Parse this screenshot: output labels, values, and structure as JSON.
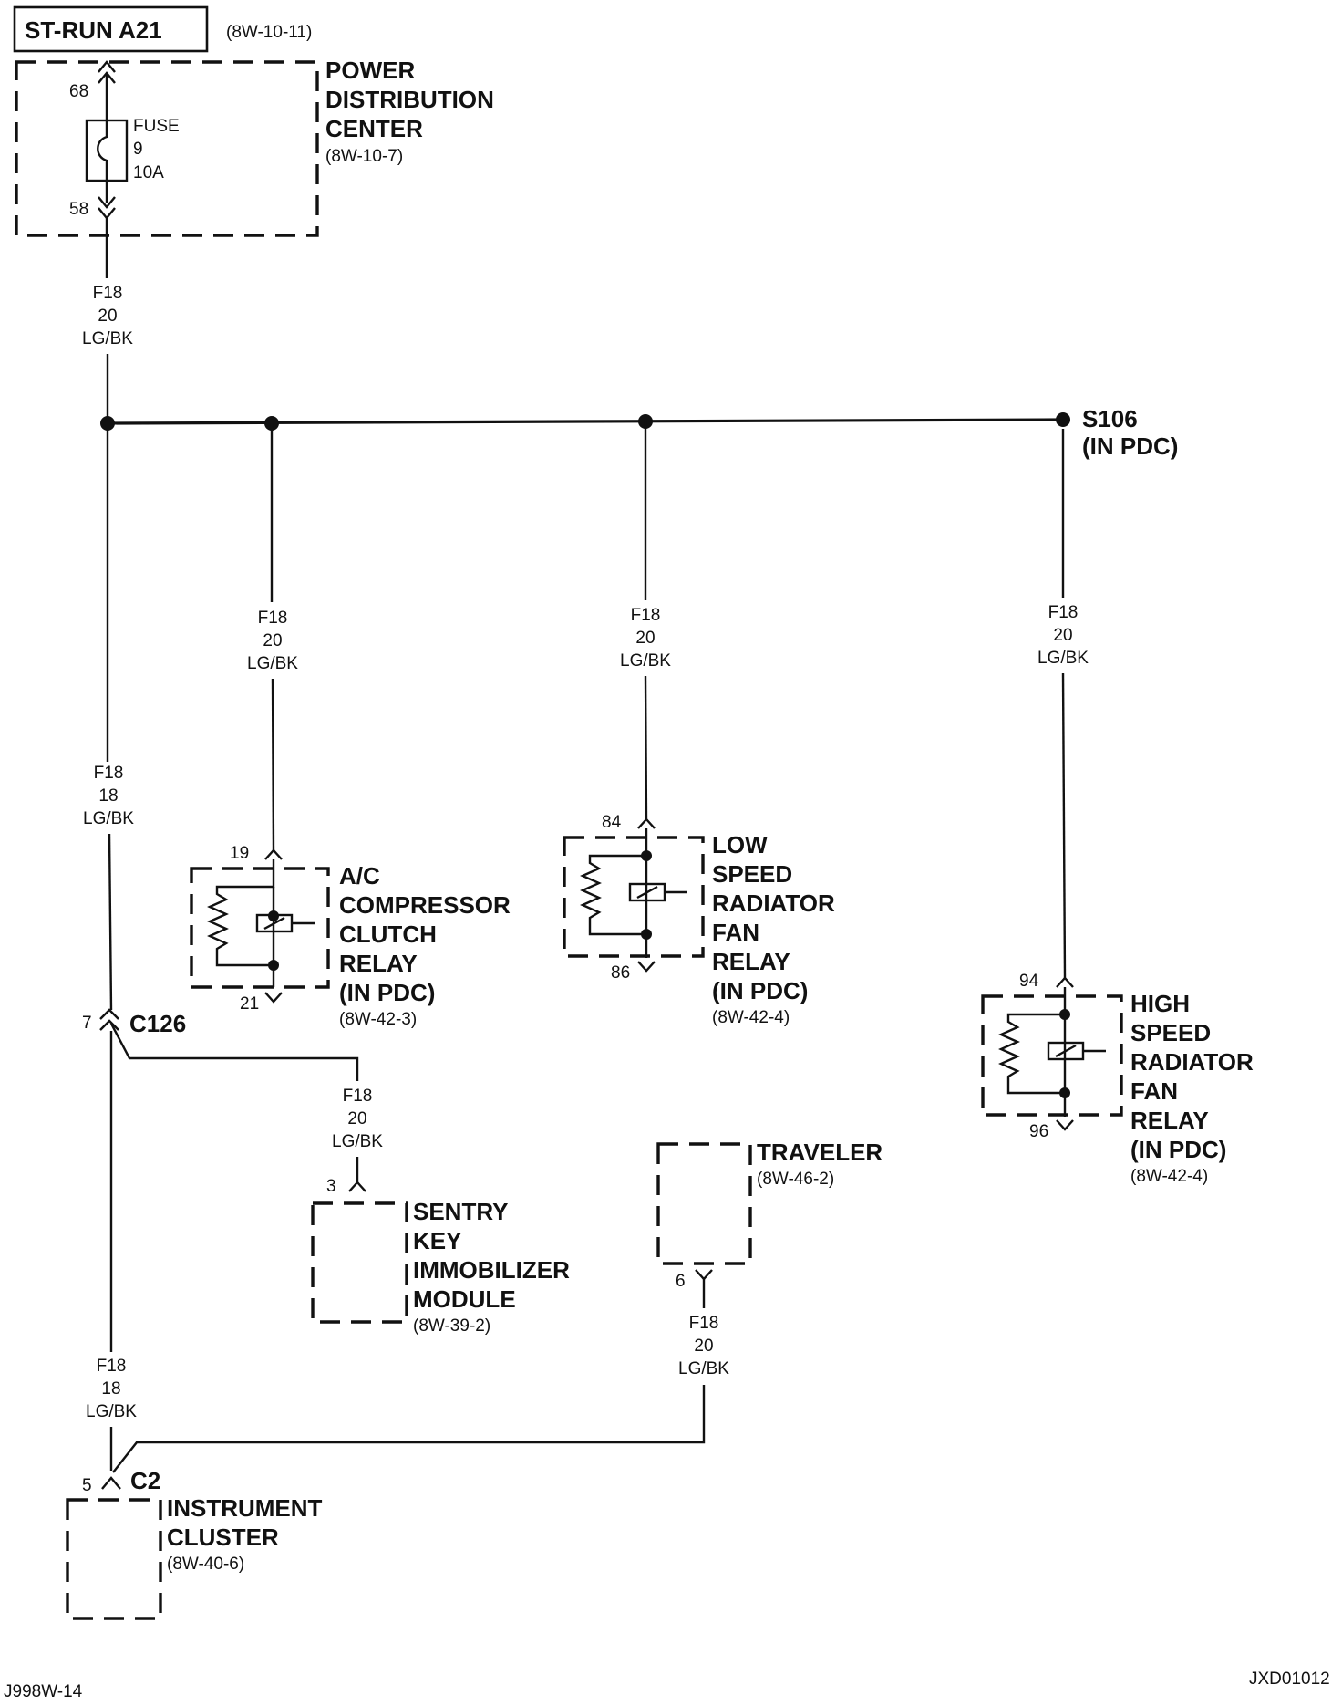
{
  "header": {
    "circuit_box": "ST-RUN A21",
    "circuit_ref": "(8W-10-11)"
  },
  "pdc": {
    "title_lines": [
      "POWER",
      "DISTRIBUTION",
      "CENTER"
    ],
    "ref": "(8W-10-7)",
    "fuse_lines": [
      "FUSE",
      "9",
      "10A"
    ],
    "pin_top": "68",
    "pin_bottom": "58"
  },
  "wires": {
    "main_top": [
      "F18",
      "20",
      "LG/BK"
    ],
    "main_mid": [
      "F18",
      "18",
      "LG/BK"
    ],
    "main_low": [
      "F18",
      "18",
      "LG/BK"
    ],
    "ac_branch": [
      "F18",
      "20",
      "LG/BK"
    ],
    "low_branch": [
      "F18",
      "20",
      "LG/BK"
    ],
    "high_branch": [
      "F18",
      "20",
      "LG/BK"
    ],
    "skim_branch": [
      "F18",
      "20",
      "LG/BK"
    ],
    "traveler_branch": [
      "F18",
      "20",
      "LG/BK"
    ]
  },
  "splice": {
    "name": "S106",
    "note": "(IN PDC)"
  },
  "ac_relay": {
    "title_lines": [
      "A/C",
      "COMPRESSOR",
      "CLUTCH",
      "RELAY",
      "(IN PDC)"
    ],
    "ref": "(8W-42-3)",
    "pin_in": "19",
    "pin_out": "21"
  },
  "low_relay": {
    "title_lines": [
      "LOW",
      "SPEED",
      "RADIATOR",
      "FAN",
      "RELAY",
      "(IN PDC)"
    ],
    "ref": "(8W-42-4)",
    "pin_in": "84",
    "pin_out": "86"
  },
  "high_relay": {
    "title_lines": [
      "HIGH",
      "SPEED",
      "RADIATOR",
      "FAN",
      "RELAY",
      "(IN PDC)"
    ],
    "ref": "(8W-42-4)",
    "pin_in": "94",
    "pin_out": "96"
  },
  "c126": {
    "name": "C126",
    "pin": "7"
  },
  "skim": {
    "title_lines": [
      "SENTRY",
      "KEY",
      "IMMOBILIZER",
      "MODULE"
    ],
    "ref": "(8W-39-2)",
    "pin": "3"
  },
  "traveler": {
    "title": "TRAVELER",
    "ref": "(8W-46-2)",
    "pin": "6"
  },
  "cluster": {
    "connector": "C2",
    "pin": "5",
    "title_lines": [
      "INSTRUMENT",
      "CLUSTER"
    ],
    "ref": "(8W-40-6)"
  },
  "footer": {
    "left_code": "J998W-14",
    "right_code": "JXD01012"
  }
}
